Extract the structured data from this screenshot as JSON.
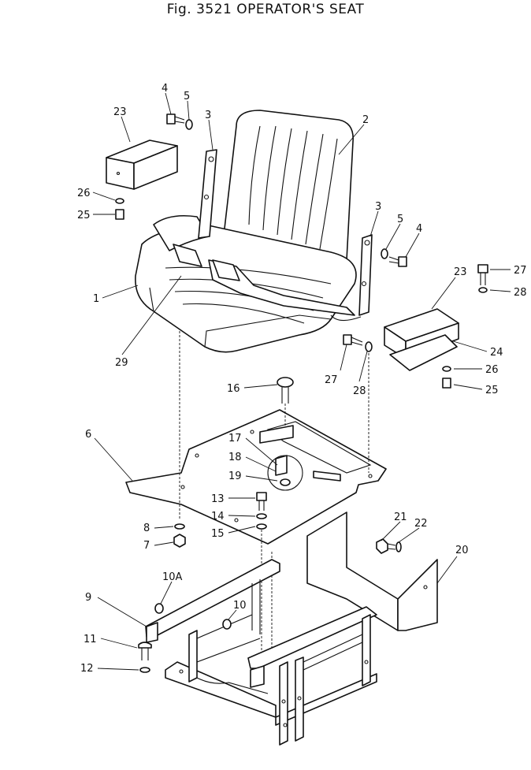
{
  "title": "Fig. 3521 OPERATOR'S SEAT",
  "callouts": [
    {
      "id": "c1",
      "label": "1"
    },
    {
      "id": "c2",
      "label": "2"
    },
    {
      "id": "c3a",
      "label": "3"
    },
    {
      "id": "c3b",
      "label": "3"
    },
    {
      "id": "c4a",
      "label": "4"
    },
    {
      "id": "c4b",
      "label": "4"
    },
    {
      "id": "c5a",
      "label": "5"
    },
    {
      "id": "c5b",
      "label": "5"
    },
    {
      "id": "c6",
      "label": "6"
    },
    {
      "id": "c7",
      "label": "7"
    },
    {
      "id": "c8",
      "label": "8"
    },
    {
      "id": "c9",
      "label": "9"
    },
    {
      "id": "c10",
      "label": "10"
    },
    {
      "id": "c10a",
      "label": "10A"
    },
    {
      "id": "c11",
      "label": "11"
    },
    {
      "id": "c12",
      "label": "12"
    },
    {
      "id": "c13",
      "label": "13"
    },
    {
      "id": "c14",
      "label": "14"
    },
    {
      "id": "c15",
      "label": "15"
    },
    {
      "id": "c16",
      "label": "16"
    },
    {
      "id": "c17",
      "label": "17"
    },
    {
      "id": "c18",
      "label": "18"
    },
    {
      "id": "c19",
      "label": "19"
    },
    {
      "id": "c20",
      "label": "20"
    },
    {
      "id": "c21",
      "label": "21"
    },
    {
      "id": "c22",
      "label": "22"
    },
    {
      "id": "c23a",
      "label": "23"
    },
    {
      "id": "c23b",
      "label": "23"
    },
    {
      "id": "c24",
      "label": "24"
    },
    {
      "id": "c25a",
      "label": "25"
    },
    {
      "id": "c25b",
      "label": "25"
    },
    {
      "id": "c26a",
      "label": "26"
    },
    {
      "id": "c26b",
      "label": "26"
    },
    {
      "id": "c27a",
      "label": "27"
    },
    {
      "id": "c27b",
      "label": "27"
    },
    {
      "id": "c28a",
      "label": "28"
    },
    {
      "id": "c28b",
      "label": "28"
    },
    {
      "id": "c29",
      "label": "29"
    }
  ]
}
